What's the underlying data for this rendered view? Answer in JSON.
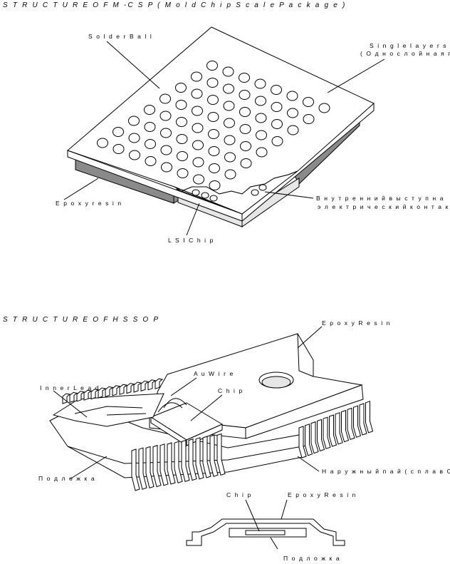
{
  "mcsp": {
    "title": "S T R U C T U R E  O F  M -C S P ( M o l d  C h i p  S c a l e  P a c k a g e )",
    "labels": {
      "solder_ball": "S o l d e r  B a l l",
      "substrate_en": "S i n g l e  l a y e r  s u b s t r a t e",
      "substrate_ru": "( О д н о с л о й н а я  п о д л о ж к а )",
      "epoxy": "E p o x y  r e s i n",
      "bump_ru_1": "В н у т р е н н и й  в ы с т у п  н а",
      "bump_ru_2": "э л е к т р и ч е с к и й  к о н т а к т а х",
      "lsi_chip": "L S I C h i p"
    }
  },
  "hssop": {
    "title": "S T R U C T U R E  O F  H S S O P",
    "labels": {
      "epoxy_resin": "E p o x y  R e s i n",
      "au_wire": "A u  W i r e",
      "inner_lead": "I n n e r  L e a d",
      "chip": "C h i p",
      "substrate_ru": "П о д л о ж к а",
      "outer_solder_ru": "Н а р у ж н ы й  п а й  ( с п л а в  C u )",
      "cs_chip": "C h i p",
      "cs_epoxy": "E p o x y  R e s i n",
      "cs_substrate_ru": "П о д л о ж к а"
    }
  }
}
